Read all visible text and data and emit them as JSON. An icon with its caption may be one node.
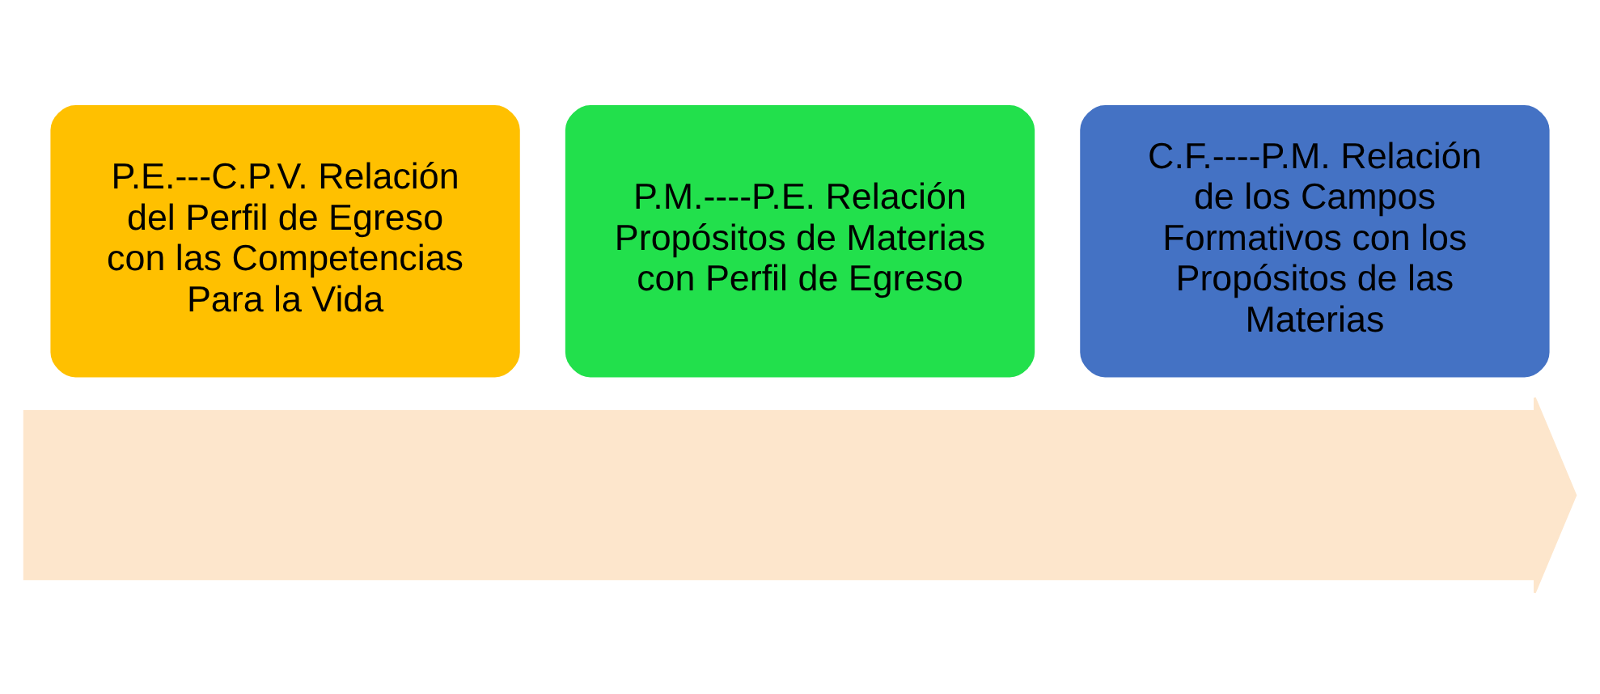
{
  "diagram": {
    "nodes": [
      {
        "text": [],
        "shape": "arrow"
      },
      {
        "text": [
          "P.E.---C.P.V. Relación del Perfil de Egreso con las Competencias Para la Vida"
        ]
      },
      {
        "text": [
          "P.M.----P.E. Relación Propósitos de Materias con Perfil de Egreso"
        ]
      },
      {
        "text": [
          "C.F.----P.M. Relación de los Campos Formativos con los Propósitos de las Materias"
        ]
      }
    ],
    "edges": []
  }
}
